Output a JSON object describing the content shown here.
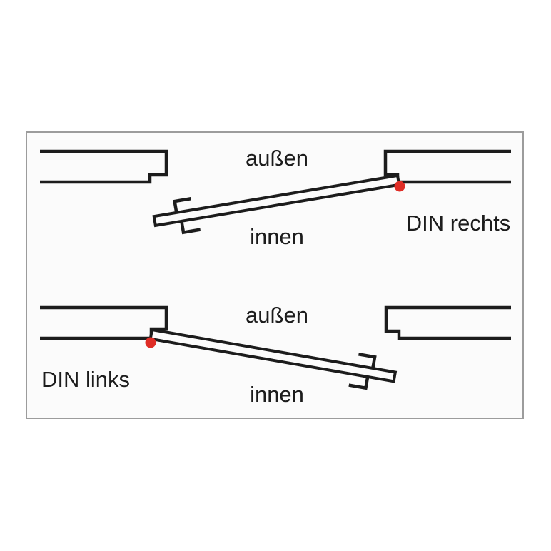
{
  "diagram": {
    "colors": {
      "line": "#1c1c1c",
      "text": "#1c1c1c",
      "hinge_marker": "#df2d26",
      "frame_border": "#9c9c9c",
      "canvas_bg": "#fbfbfb"
    },
    "top_variant": {
      "outside_label": "außen",
      "inside_label": "innen",
      "name_label": "DIN rechts"
    },
    "bottom_variant": {
      "outside_label": "außen",
      "inside_label": "innen",
      "name_label": "DIN links"
    }
  }
}
